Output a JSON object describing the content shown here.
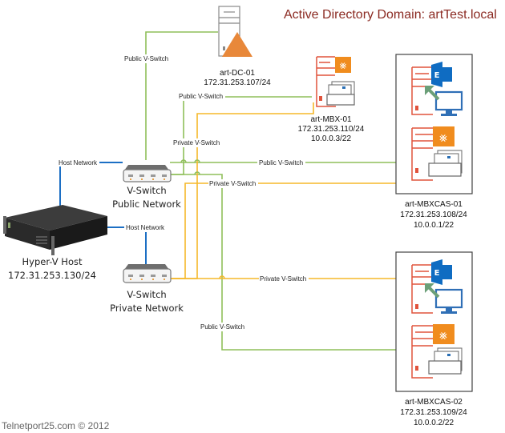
{
  "title": "Active Directory Domain: artTest.local",
  "footer": "Telnetport25.com © 2012",
  "colors": {
    "title": "#8b2a22",
    "public_line": "#8fbf5a",
    "private_line": "#f5b82a",
    "host_line": "#1c6fc4",
    "exchange_orange": "#f08c1e",
    "exchange_blue": "#0f6cc2",
    "server_red": "#e0533c",
    "dc_triangle": "#e8883a"
  },
  "nodes": {
    "hyperv_host": {
      "name": "Hyper-V Host",
      "ip": "172.31.253.130/24",
      "icon": "rack-server-icon"
    },
    "vswitch_public": {
      "name": "V-Switch",
      "network": "Public Network",
      "icon": "network-switch-icon"
    },
    "vswitch_private": {
      "name": "V-Switch",
      "network": "Private Network",
      "icon": "network-switch-icon"
    },
    "dc": {
      "name": "art-DC-01",
      "ip": "172.31.253.107/24",
      "icon": "domain-controller-icon"
    },
    "mbx": {
      "name": "art-MBX-01",
      "ip": "172.31.253.110/24",
      "ip2": "10.0.0.3/22",
      "icon": "exchange-mailbox-server-icon"
    },
    "mbxcas1": {
      "name": "art-MBXCAS-01",
      "ip": "172.31.253.108/24",
      "ip2": "10.0.0.1/22",
      "icon": "exchange-cas-mailbox-server-icon"
    },
    "mbxcas2": {
      "name": "art-MBXCAS-02",
      "ip": "172.31.253.109/24",
      "ip2": "10.0.0.2/22",
      "icon": "exchange-cas-mailbox-server-icon"
    }
  },
  "link_labels": {
    "host_network": "Host Network",
    "public_vswitch": "Public V-Switch",
    "private_vswitch": "Private V-Switch"
  },
  "connections": [
    {
      "from": "hyperv_host",
      "to": "vswitch_public",
      "type": "host",
      "label": "Host Network"
    },
    {
      "from": "hyperv_host",
      "to": "vswitch_private",
      "type": "host",
      "label": "Host Network"
    },
    {
      "from": "vswitch_public",
      "to": "dc",
      "type": "public",
      "label": "Public V-Switch"
    },
    {
      "from": "vswitch_public",
      "to": "mbx",
      "type": "public",
      "label": "Public V-Switch"
    },
    {
      "from": "vswitch_public",
      "to": "mbxcas1",
      "type": "public",
      "label": "Public V-Switch"
    },
    {
      "from": "vswitch_public",
      "to": "mbxcas2",
      "type": "public",
      "label": "Public V-Switch"
    },
    {
      "from": "vswitch_private",
      "to": "mbx",
      "type": "private",
      "label": "Private V-Switch"
    },
    {
      "from": "vswitch_private",
      "to": "mbxcas1",
      "type": "private",
      "label": "Private V-Switch"
    },
    {
      "from": "vswitch_private",
      "to": "mbxcas2",
      "type": "private",
      "label": "Private V-Switch"
    }
  ]
}
